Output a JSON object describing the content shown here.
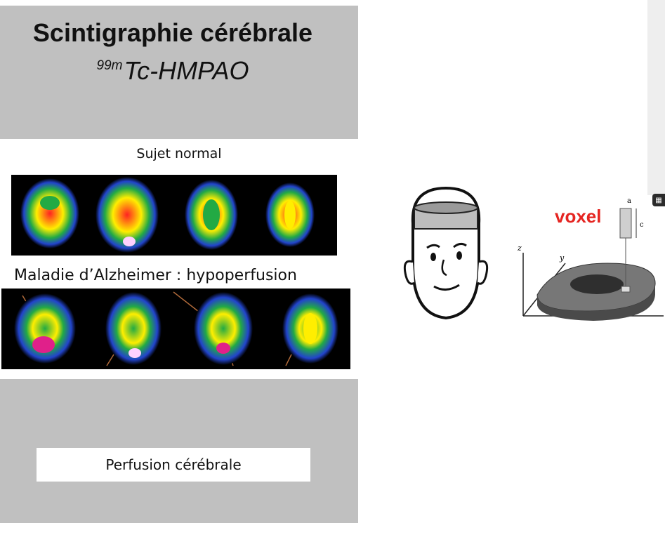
{
  "slide": {
    "title": "Scintigraphie cérébrale",
    "subtitle_sup": "99m",
    "subtitle_main": "Tc-HMPAO",
    "label_normal": "Sujet normal",
    "label_alzheimer": "Maladie d’Alzheimer : hypoperfusion",
    "caption": "Perfusion cérébrale"
  },
  "figure": {
    "voxel_label": "voxel",
    "axis_z": "z",
    "axis_y": "y",
    "dim_a": "a",
    "dim_c": "c",
    "accent_color": "#e52521"
  },
  "icons": {
    "face": "cartoon-face-icon",
    "corner": "window-icon"
  }
}
